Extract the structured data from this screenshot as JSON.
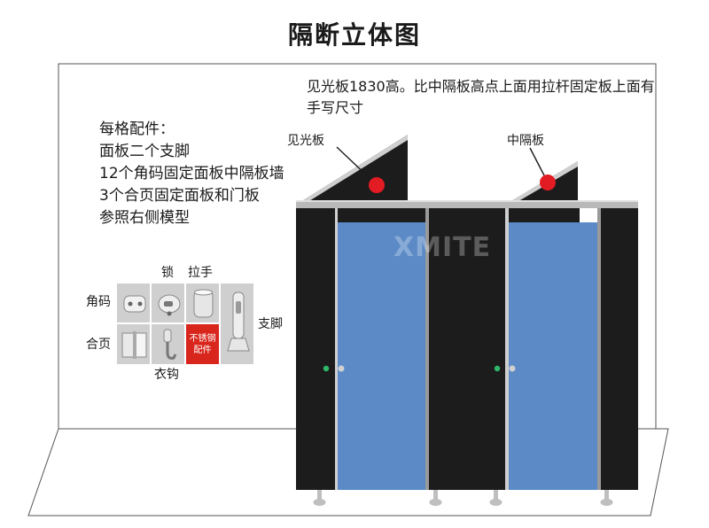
{
  "title": "隔断立体图",
  "top_note": "见光板1830高。比中隔板高点上面用拉杆固定板上面有手写尺寸",
  "notes": [
    "每格配件：",
    "面板二个支脚",
    "12个角码固定面板中隔板墙",
    "3个合页固定面板和门板",
    "参照右侧模型"
  ],
  "labels": {
    "light_panel": "见光板",
    "middle_panel": "中隔板"
  },
  "hardware": {
    "lock": "锁",
    "handle": "拉手",
    "corner_code": "角码",
    "hinge": "合页",
    "support_leg": "支脚",
    "coat_hook": "衣钩",
    "stainless_line1": "不锈钢",
    "stainless_line2": "配件"
  },
  "watermark": "XMITE",
  "colors": {
    "panel": "#1c1c1c",
    "door": "#5b8ac6",
    "marker": "#e31b23",
    "rail": "#b9b9b9"
  }
}
